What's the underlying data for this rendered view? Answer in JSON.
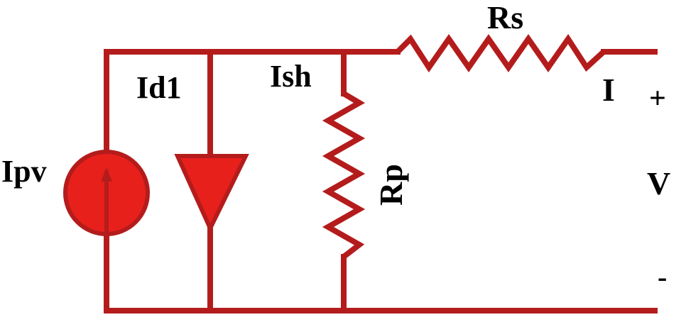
{
  "labels": {
    "current_source": "Ipv",
    "diode_current": "Id1",
    "shunt_current": "Ish",
    "shunt_resistor": "Rp",
    "series_resistor": "Rs",
    "output_current": "I",
    "voltage": "V",
    "terminal_plus": "+",
    "terminal_minus": "-"
  },
  "colors": {
    "wire": "#b41c1c",
    "component_fill": "#e8201c",
    "component_stroke": "#b41c1c",
    "text": "#000000",
    "background": "#ffffff"
  }
}
